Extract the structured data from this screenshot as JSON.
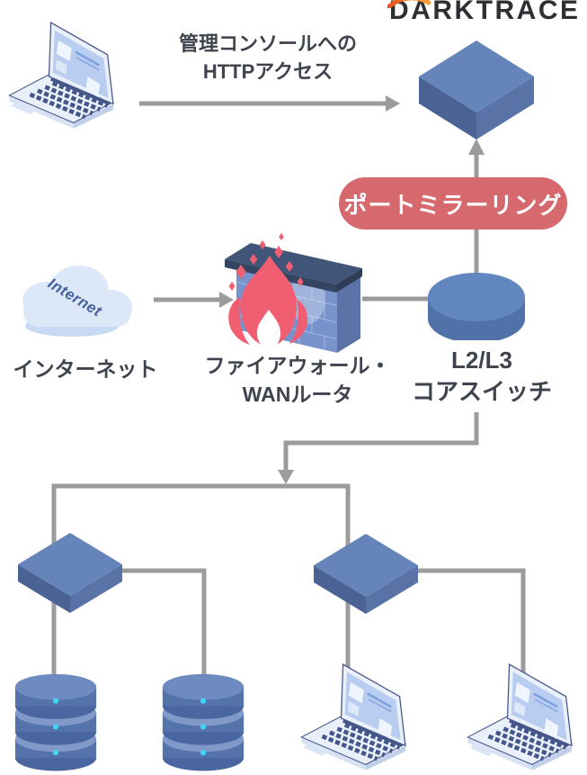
{
  "brand": {
    "logo_text": "DARKTRACE"
  },
  "labels": {
    "http_access_line1": "管理コンソールへの",
    "http_access_line2": "HTTPアクセス",
    "internet_device": "Internet",
    "internet": "インターネット",
    "firewall_line1": "ファイアウォール・",
    "firewall_line2": "WANルータ",
    "core_switch_line1": "L2/L3",
    "core_switch_line2": "コアスイッチ",
    "port_mirroring": "ポートミラーリング"
  },
  "colors": {
    "accent_red": "#d5696e",
    "device_blue_top": "#6585ba",
    "device_blue_left": "#4b6295",
    "device_blue_right": "#5973a6",
    "connector_gray": "#9b9b9b",
    "flame_red": "#f15e72",
    "led_cyan": "#3fd7f7",
    "logo_black": "#2d2f33",
    "logo_orange": "#f0712a",
    "text_dark": "#3e434d",
    "cloud_light": "#dce8f8"
  }
}
